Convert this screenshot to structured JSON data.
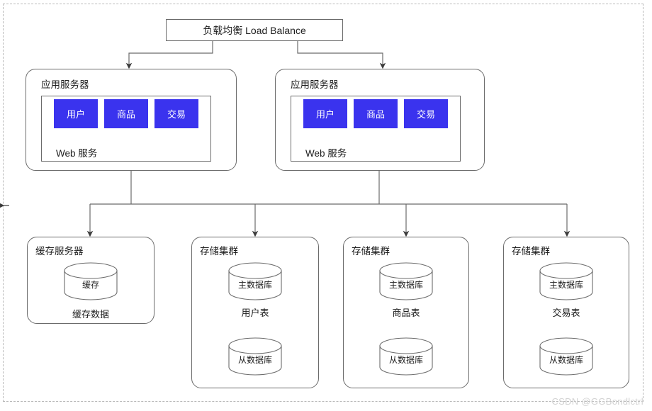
{
  "diagram": {
    "load_balancer": {
      "label": "负载均衡 Load Balance"
    },
    "app_servers": [
      {
        "title": "应用服务器",
        "web_label": "Web 服务",
        "services": [
          "用户",
          "商品",
          "交易"
        ]
      },
      {
        "title": "应用服务器",
        "web_label": "Web 服务",
        "services": [
          "用户",
          "商品",
          "交易"
        ]
      }
    ],
    "cache_server": {
      "title": "缓存服务器",
      "cylinder": "缓存",
      "data_label": "缓存数据"
    },
    "storage_clusters": [
      {
        "title": "存储集群",
        "master": "主数据库",
        "table": "用户表",
        "slave": "从数据库"
      },
      {
        "title": "存储集群",
        "master": "主数据库",
        "table": "商品表",
        "slave": "从数据库"
      },
      {
        "title": "存储集群",
        "master": "主数据库",
        "table": "交易表",
        "slave": "从数据库"
      }
    ],
    "watermark": "CSDN @GGBondlctrl",
    "colors": {
      "service_chip": "#3a33ee",
      "stroke": "#6b6b6b",
      "border_dashed": "#b9b9b9",
      "text": "#1d1d1d",
      "watermark": "#d2d2d2"
    }
  }
}
